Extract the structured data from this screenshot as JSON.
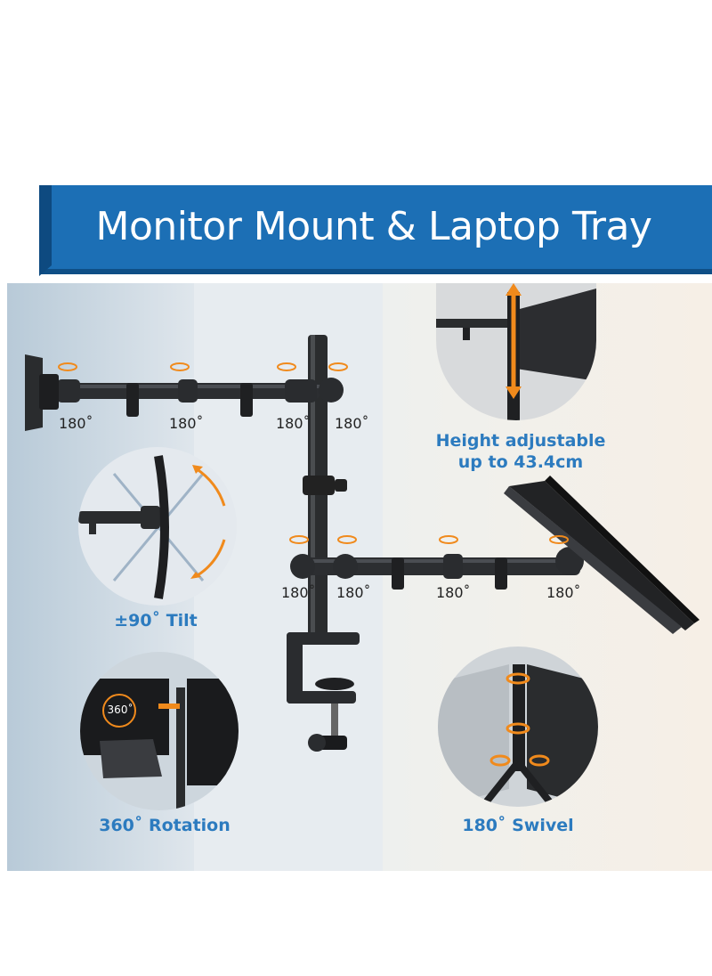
{
  "banner": {
    "title": "Monitor Mount & Laptop Tray"
  },
  "arm_top": {
    "angles": [
      "180˚",
      "180˚",
      "180˚",
      "180˚"
    ]
  },
  "arm_bottom": {
    "angles": [
      "180˚",
      "180˚",
      "180˚",
      "180˚"
    ]
  },
  "features": {
    "height": {
      "line1": "Height adjustable",
      "line2": "up to 43.4cm"
    },
    "tilt": {
      "label": "±90˚ Tilt"
    },
    "rotation": {
      "label": "360˚ Rotation",
      "badge": "360˚"
    },
    "swivel": {
      "label": "180˚ Swivel"
    }
  },
  "colors": {
    "banner": "#1c6fb5",
    "accent_text": "#2c7bbf",
    "arrow": "#f08a1c"
  }
}
